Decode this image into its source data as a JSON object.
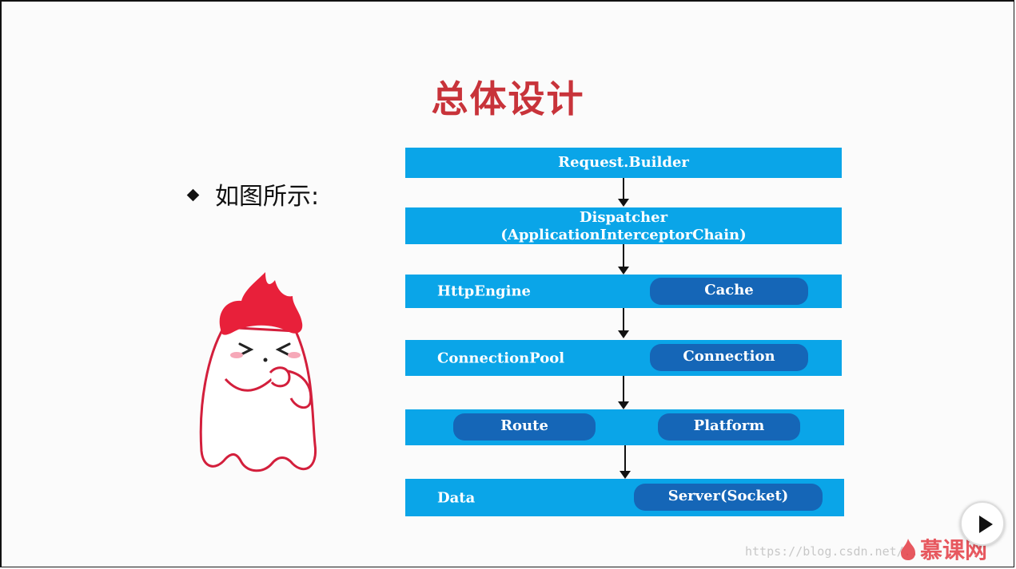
{
  "slide": {
    "title": "总体设计",
    "bullet": "如图所示:"
  },
  "diagram": {
    "request_builder": "Request.Builder",
    "dispatcher_line1": "Dispatcher",
    "dispatcher_line2": "(ApplicationInterceptorChain)",
    "http_engine": "HttpEngine",
    "cache": "Cache",
    "connection_pool": "ConnectionPool",
    "connection": "Connection",
    "route": "Route",
    "platform": "Platform",
    "data": "Data",
    "server": "Server(Socket)"
  },
  "footer": {
    "watermark": "https://blog.csdn.net/...",
    "brand": "慕课网"
  },
  "colors": {
    "title": "#c8333a",
    "bar": "#0aa5e8",
    "pill": "#1566b7",
    "mascot_hair": "#e8203a"
  }
}
